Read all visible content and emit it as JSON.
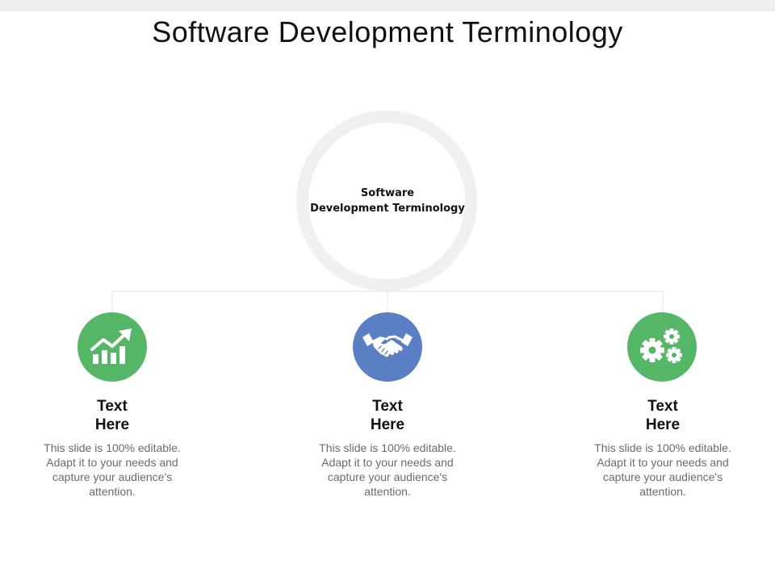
{
  "title": "Software Development Terminology",
  "center": {
    "line1": "Software",
    "line2": "Development Terminology"
  },
  "nodes": [
    {
      "icon": "growth-chart-icon",
      "color": "#55b668",
      "heading_line1": "Text",
      "heading_line2": "Here",
      "description": "This slide is 100% editable. Adapt it to your needs and capture your audience's attention."
    },
    {
      "icon": "handshake-icon",
      "color": "#5a7fc4",
      "heading_line1": "Text",
      "heading_line2": "Here",
      "description": "This slide is 100% editable. Adapt it to your needs and capture your audience's attention."
    },
    {
      "icon": "gears-icon",
      "color": "#55b668",
      "heading_line1": "Text",
      "heading_line2": "Here",
      "description": "This slide is 100% editable. Adapt it to your needs and capture your audience's attention."
    }
  ]
}
